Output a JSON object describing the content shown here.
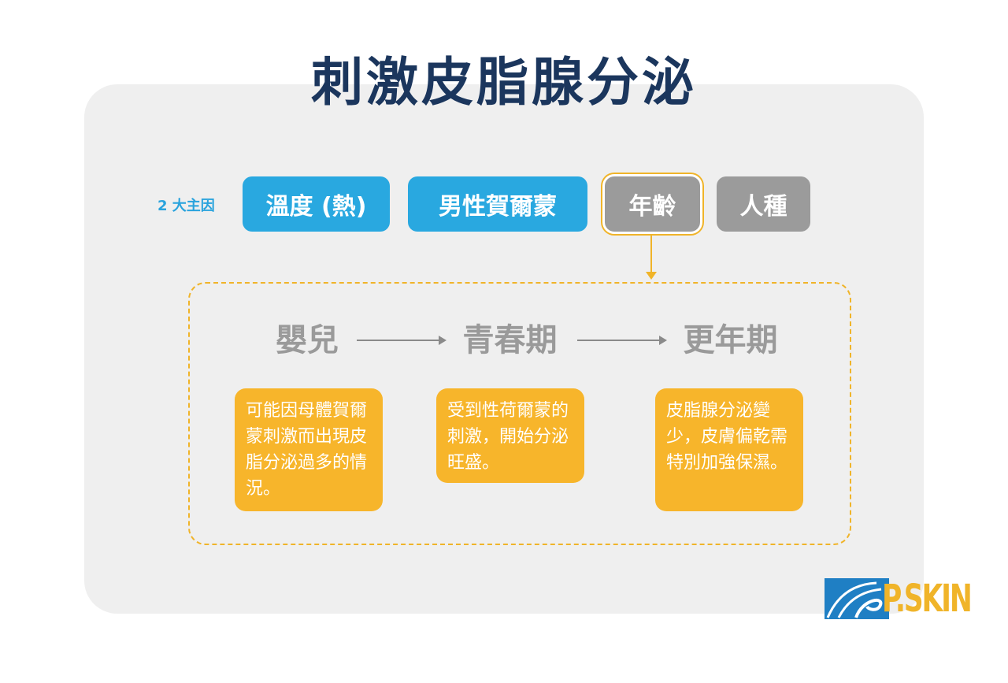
{
  "title": "刺激皮脂腺分泌",
  "factors_label": "2 大主因",
  "factors": [
    "溫度 (熱)",
    "男性賀爾蒙",
    "年齡",
    "人種"
  ],
  "stages": [
    "嬰兒",
    "青春期",
    "更年期"
  ],
  "descriptions": [
    "可能因母體賀爾蒙刺激而出現皮脂分泌過多的情況。",
    "受到性荷爾蒙的刺激，開始分泌旺盛。",
    "皮脂腺分泌變少，皮膚偏乾需特別加強保濕。"
  ],
  "logo": {
    "text": "P.SKIN",
    "mark_color": "#1f7fc4",
    "text_color": "#f0b429"
  },
  "colors": {
    "title": "#1b365d",
    "factor_blue": "#29a8e0",
    "factor_gray": "#9b9b9b",
    "accent_orange": "#f0b429",
    "desc_box": "#f7b52b",
    "panel": "#efefef",
    "stage_text": "#9a9a9a"
  }
}
